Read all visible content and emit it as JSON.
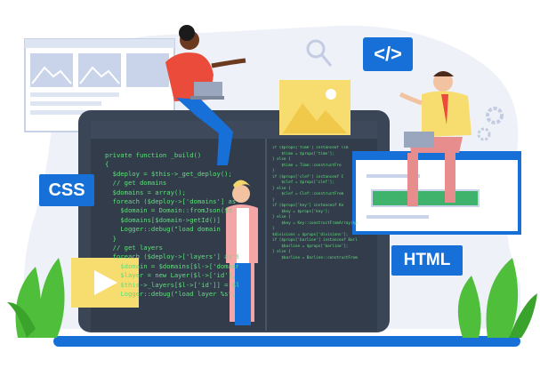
{
  "tags": {
    "css": "CSS",
    "html": "HTML",
    "code_icon": "</>"
  },
  "code_left": [
    "private function _build()",
    "{",
    "  $deploy = $this->_get_deploy();",
    "  // get domains",
    "  $domains = array();",
    "  foreach ($deploy->['domains'] as $d",
    "    $domain = Domain::fromJson($d",
    "    $domains[$domain->getId()]",
    "    Logger::debug(\"load domain",
    "  }",
    "  // get layers",
    "  foreach ($deploy->['layers'] as $l) {",
    "    $domain = $domains[$l->['domain",
    "    $layer = new Layer($l->['id'], $dom",
    "    $this->_layers[$l->['id']] = $layer;",
    "    Logger::debug(\"load layer %s\", $lay"
  ],
  "code_right": [
    "if ($props['time'] instanceof Tim",
    "    $time = $props['time'];",
    "} else {",
    "    $time = Time::constructFro",
    "}",
    "if ($props['clef'] instanceof C",
    "    $clef = $props['clef'];",
    "} else {",
    "    $clef = Clef::constructFrom",
    "}",
    "if ($props['key'] instanceof Ke",
    "    $key = $props['key'];",
    "} else {",
    "    $key = Key::constructFromArray($props['ke",
    "}",
    "$divisions = $props['divisions'];",
    "if ($props['barline'] instanceof Barline) {",
    "    $barline = $props['barline'];",
    "} else {",
    "    $barline = Barline::constructFromArray"
  ],
  "colors": {
    "brand_blue": "#1670d8",
    "screen_dark": "#3a4656",
    "code_green": "#5fe07a",
    "yellow": "#f7dc6f",
    "leaf_green": "#4fbf3b"
  }
}
